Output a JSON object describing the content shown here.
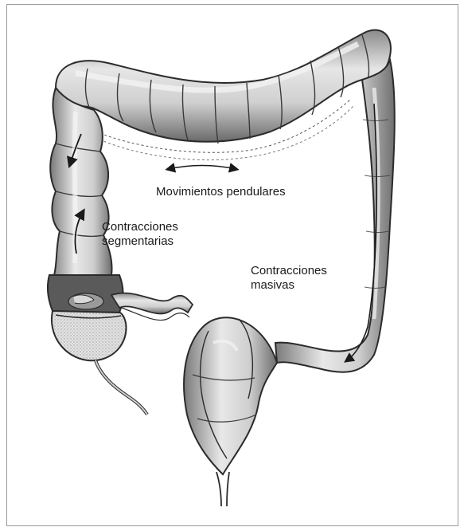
{
  "labels": {
    "pendular": "Movimientos pendulares",
    "segmental_line1": "Contracciones",
    "segmental_line2": "segmentarias",
    "mass_line1": "Contracciones",
    "mass_line2": "masivas"
  },
  "colors": {
    "frame_border": "#9a9a9a",
    "tissue_light": "#d9d9d9",
    "tissue_mid": "#b5b5b5",
    "tissue_dark": "#4a4a4a",
    "outline": "#2b2b2b",
    "label_text": "#1a1a1a"
  }
}
